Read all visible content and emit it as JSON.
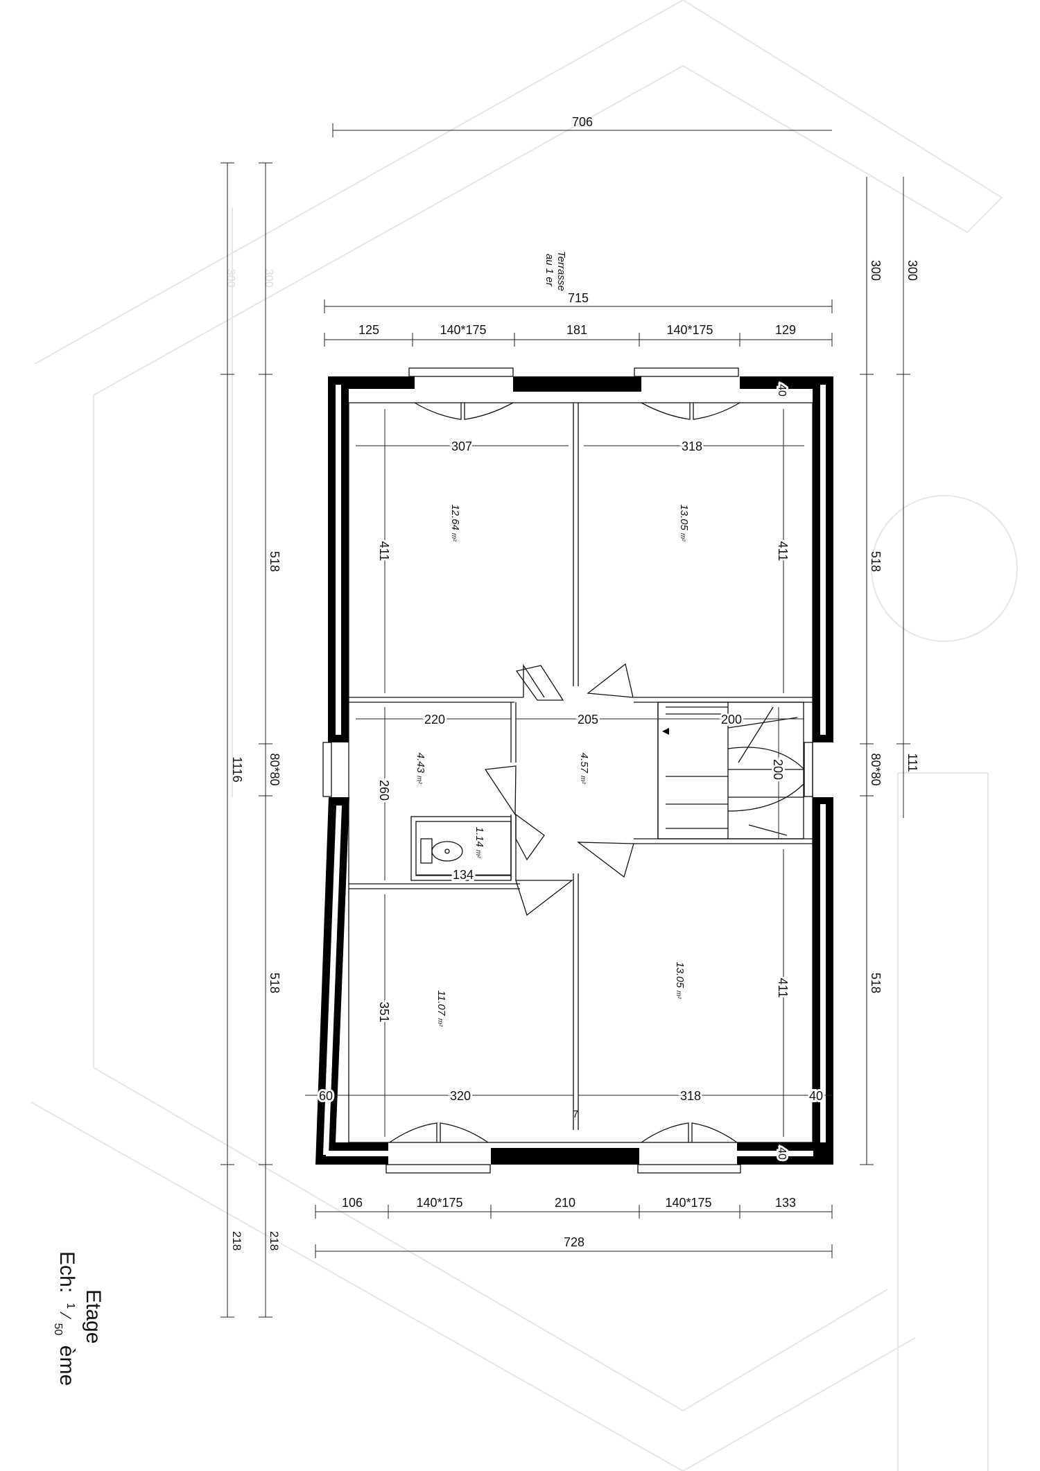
{
  "overall": {
    "top_width_outer": "706",
    "top_width": "715",
    "bottom_width": "728",
    "total_height": "1116",
    "terrace_label": "Terrasse au 1 er"
  },
  "top_segments": [
    "125",
    "140*175",
    "181",
    "140*175",
    "129"
  ],
  "bottom_segments": [
    "106",
    "140*175",
    "210",
    "140*175",
    "133"
  ],
  "left_segments": {
    "outer_top": "300",
    "inner_top": "300",
    "upper": "518",
    "middle": "80*80",
    "lower": "518",
    "outer_bottom": "218",
    "inner_bottom": "218"
  },
  "right_segments": {
    "top_outer": "300",
    "top_inner": "300",
    "upper": "518",
    "middle_outer": "111",
    "middle": "80*80",
    "lower": "518"
  },
  "rooms": {
    "bed_tl": {
      "area": "12.64",
      "width": "307",
      "depth": "411"
    },
    "bed_tr": {
      "area": "13.05",
      "width": "318",
      "depth": "411"
    },
    "bath": {
      "area": "4.43",
      "width": "220",
      "depth": "260"
    },
    "hall": {
      "area": "4.57",
      "width": "205"
    },
    "stair": {
      "width": "200",
      "depth": "200"
    },
    "wc": {
      "area": "1.14",
      "width": "134"
    },
    "bed_bl": {
      "area": "11.07",
      "width": "320",
      "depth": "351"
    },
    "bed_br": {
      "area": "13.05",
      "width": "318",
      "depth": "411"
    }
  },
  "small_dims": {
    "left_wall": "60",
    "right_wall": "40",
    "top_wall": "40",
    "bottom_wall": "40",
    "partition": "7"
  },
  "area_unit": "m²",
  "title": {
    "name": "Etage",
    "scale_prefix": "Ech:",
    "scale_num": "1",
    "scale_den": "50",
    "scale_suffix": "ème"
  }
}
